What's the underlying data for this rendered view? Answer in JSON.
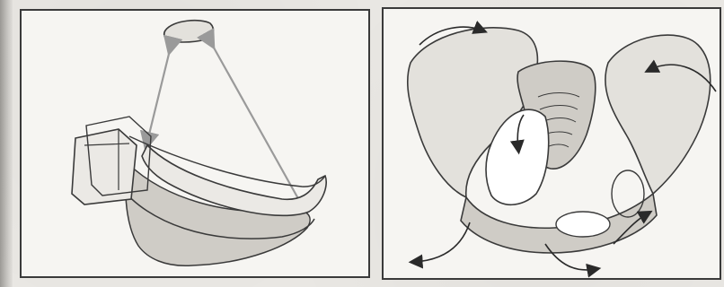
{
  "figure": {
    "panels": [
      {
        "id": "left",
        "subject": "coccyx-sacrum-pelvic-floor-diagram"
      },
      {
        "id": "right",
        "subject": "pelvis-with-directional-arrows"
      }
    ],
    "colors": {
      "paper": "#f6f5f2",
      "ink": "#3a3a3a",
      "arrow": "#9a9a9a",
      "bone_fill": "#e3e1dc",
      "muscle_fill": "#cfccc6"
    },
    "icons": [
      "double-arrow-icon",
      "curved-arrow-icon",
      "arrowhead-icon"
    ]
  }
}
